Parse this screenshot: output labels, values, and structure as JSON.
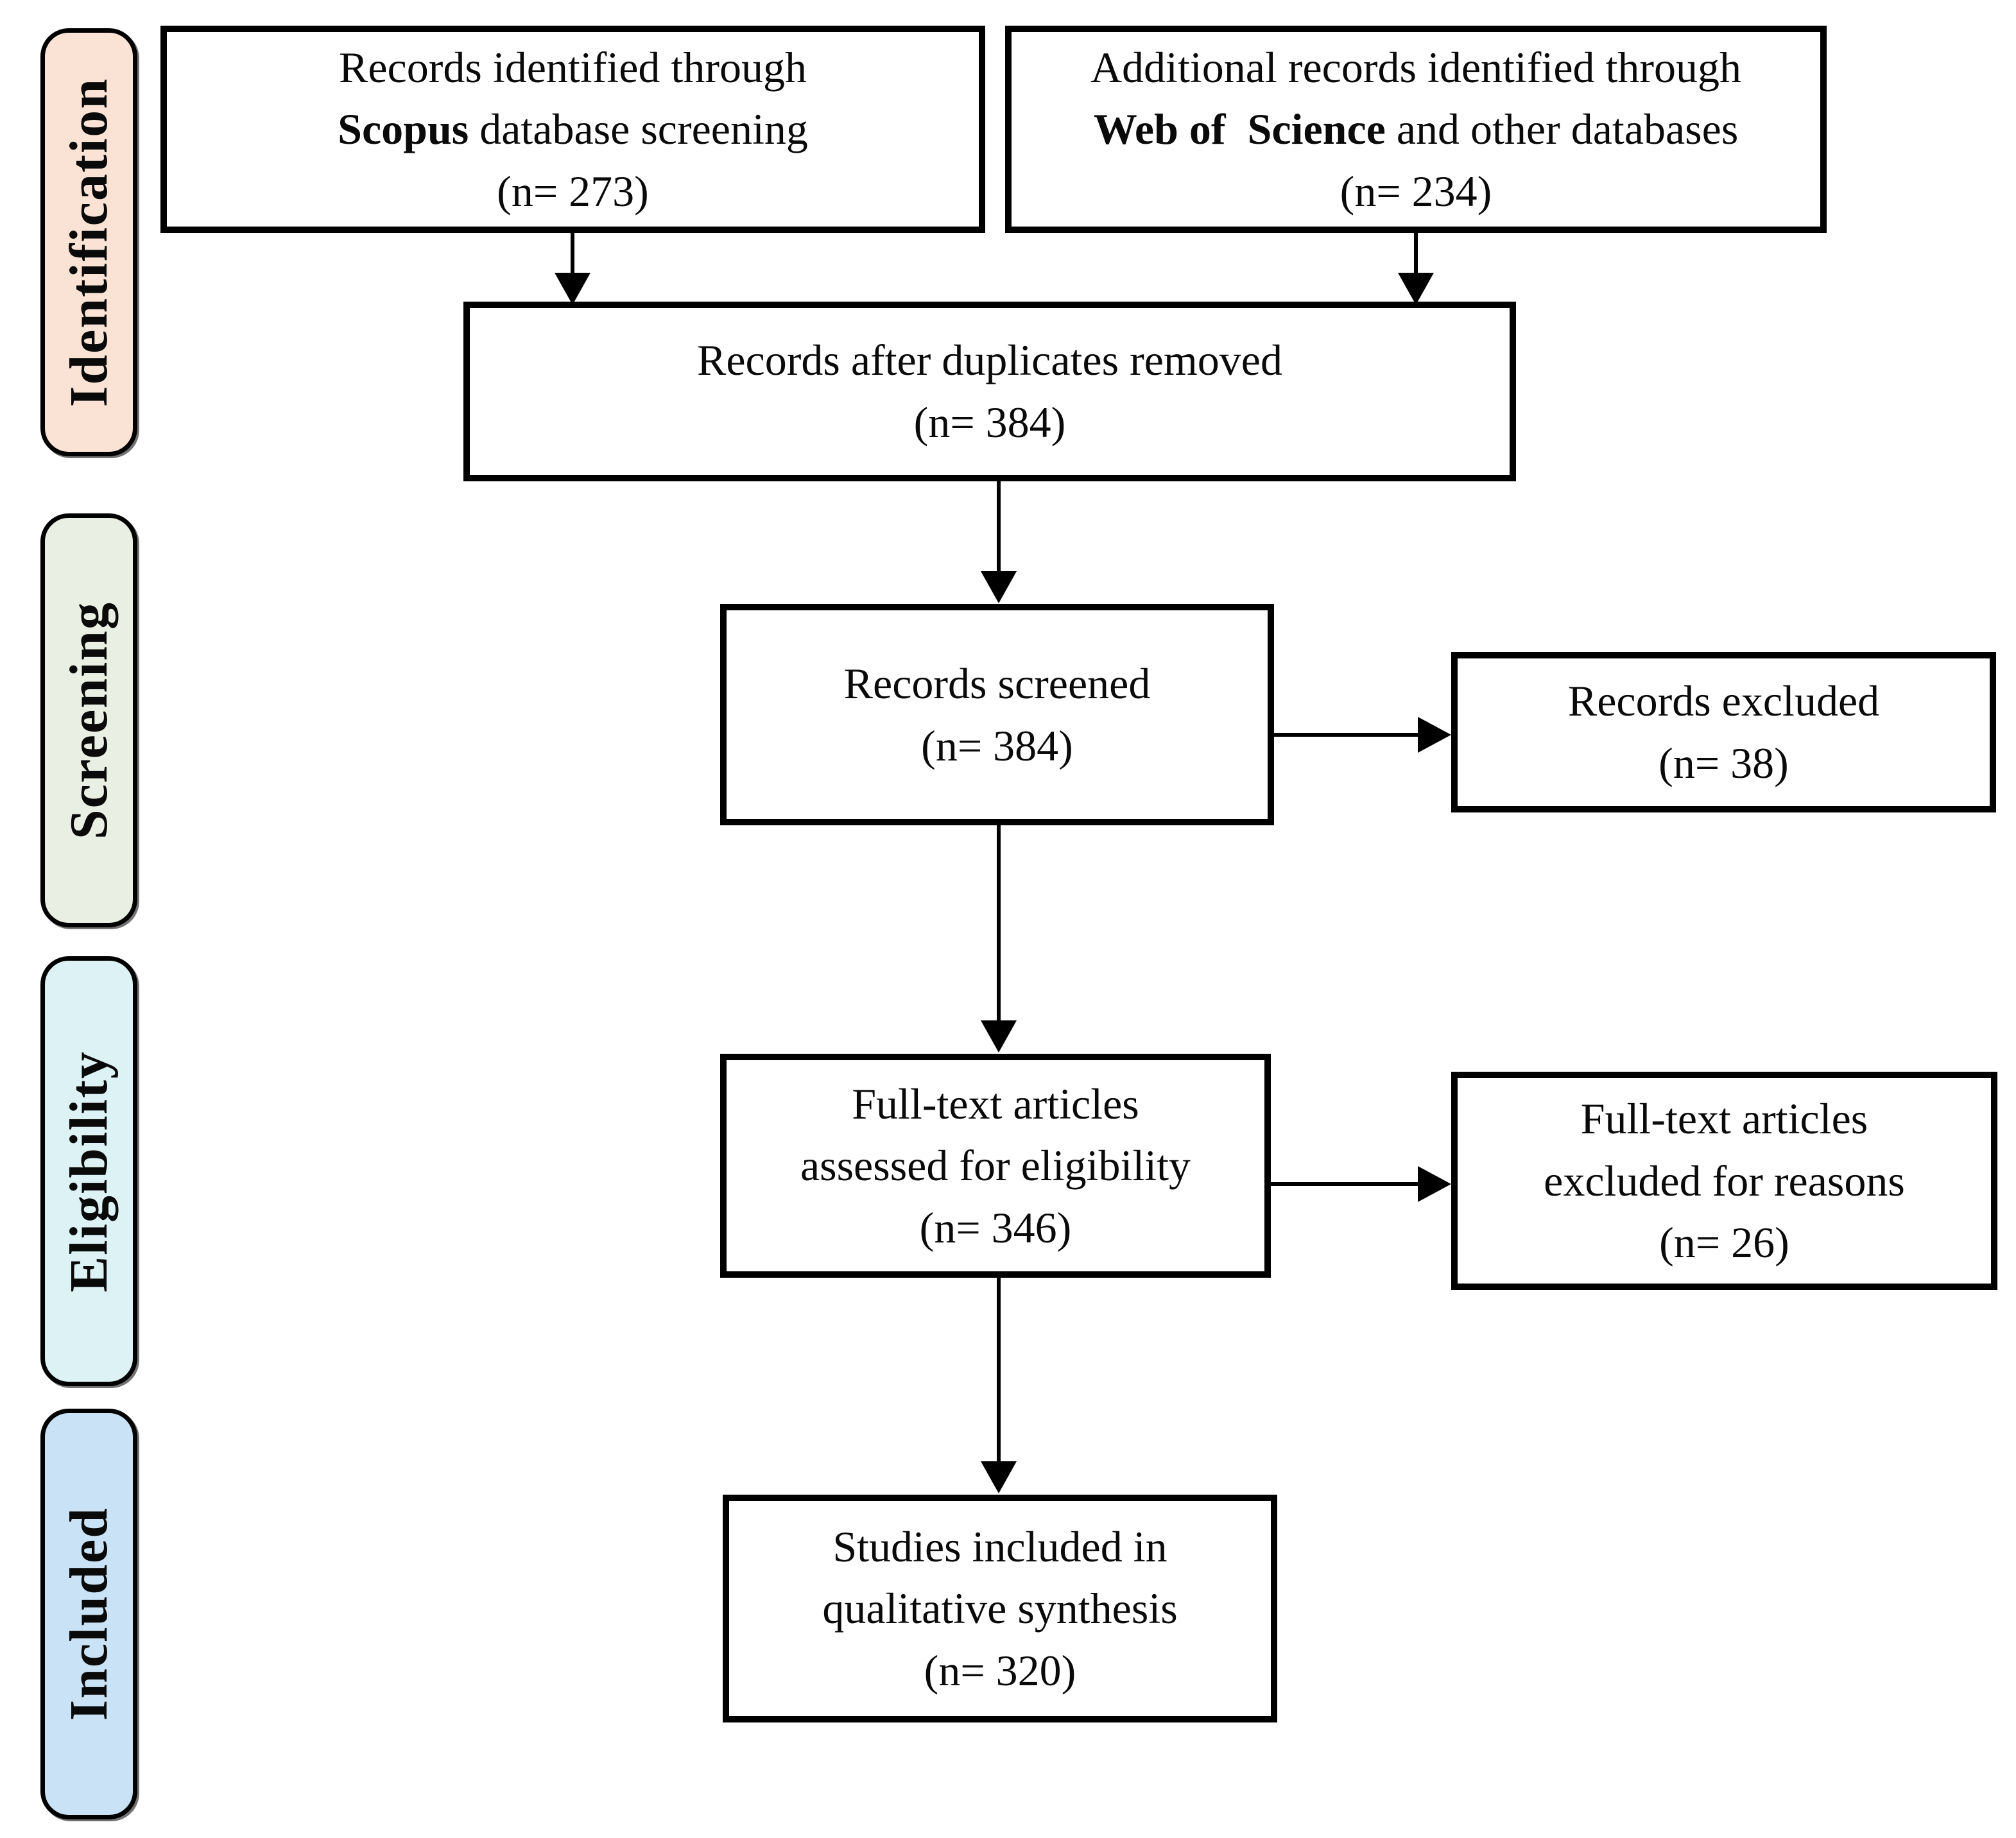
{
  "figure": {
    "type": "prisma-flow-diagram"
  },
  "colors": {
    "box_border": "#000000",
    "box_bg": "#ffffff",
    "arrow": "#000000",
    "identification_bg": "#FAE3D5",
    "screening_bg": "#E9F0E3",
    "eligibility_bg": "#DCF2F4",
    "included_bg": "#C9E2F6"
  },
  "stage_labels": [
    {
      "label": "Identification"
    },
    {
      "label": "Screening"
    },
    {
      "label": "Eligibility"
    },
    {
      "label": "Included"
    }
  ],
  "boxes": {
    "scopus": {
      "line1": "Records identified through",
      "line2_bold": "Scopus",
      "line2_rest": " database screening",
      "count": "(n= 273)"
    },
    "web_of_science": {
      "line1": "Additional records identified through",
      "line2_bold": "Web of  Science",
      "line2_rest": " and other databases",
      "count": "(n= 234)"
    },
    "duplicates_removed": {
      "line1": "Records after duplicates removed",
      "count": "(n= 384)"
    },
    "records_screened": {
      "line1": "Records screened",
      "count": "(n= 384)"
    },
    "records_excluded": {
      "line1": "Records excluded",
      "count": "(n= 38)"
    },
    "full_text_assessed": {
      "line1": "Full-text articles",
      "line2": "assessed for eligibility",
      "count": "(n= 346)"
    },
    "full_text_excluded": {
      "line1": "Full-text articles",
      "line2": "excluded for reasons",
      "count": "(n= 26)"
    },
    "studies_included": {
      "line1": "Studies included in",
      "line2": "qualitative synthesis",
      "count": "(n= 320)"
    }
  }
}
